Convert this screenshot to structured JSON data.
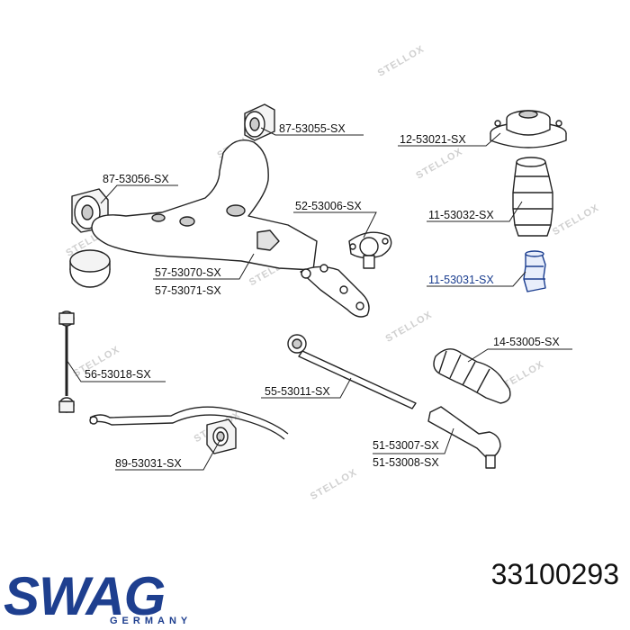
{
  "watermark_text": "STELLOX",
  "labels": [
    {
      "text": "87-53055-SX",
      "highlight": false
    },
    {
      "text": "12-53021-SX",
      "highlight": false
    },
    {
      "text": "87-53056-SX",
      "highlight": false
    },
    {
      "text": "52-53006-SX",
      "highlight": false
    },
    {
      "text": "11-53032-SX",
      "highlight": false
    },
    {
      "text": "57-53070-SX",
      "highlight": false
    },
    {
      "text": "57-53071-SX",
      "highlight": false
    },
    {
      "text": "11-53031-SX",
      "highlight": true
    },
    {
      "text": "14-53005-SX",
      "highlight": false
    },
    {
      "text": "56-53018-SX",
      "highlight": false
    },
    {
      "text": "55-53011-SX",
      "highlight": false
    },
    {
      "text": "51-53007-SX",
      "highlight": false
    },
    {
      "text": "51-53008-SX",
      "highlight": false
    },
    {
      "text": "89-53031-SX",
      "highlight": false
    }
  ],
  "brand": {
    "name": "SWAG",
    "sub": "GERMANY",
    "color": "#1e3f8f"
  },
  "part_number": "33100293",
  "colors": {
    "line": "#222222",
    "highlight": "#1a3d8f"
  }
}
